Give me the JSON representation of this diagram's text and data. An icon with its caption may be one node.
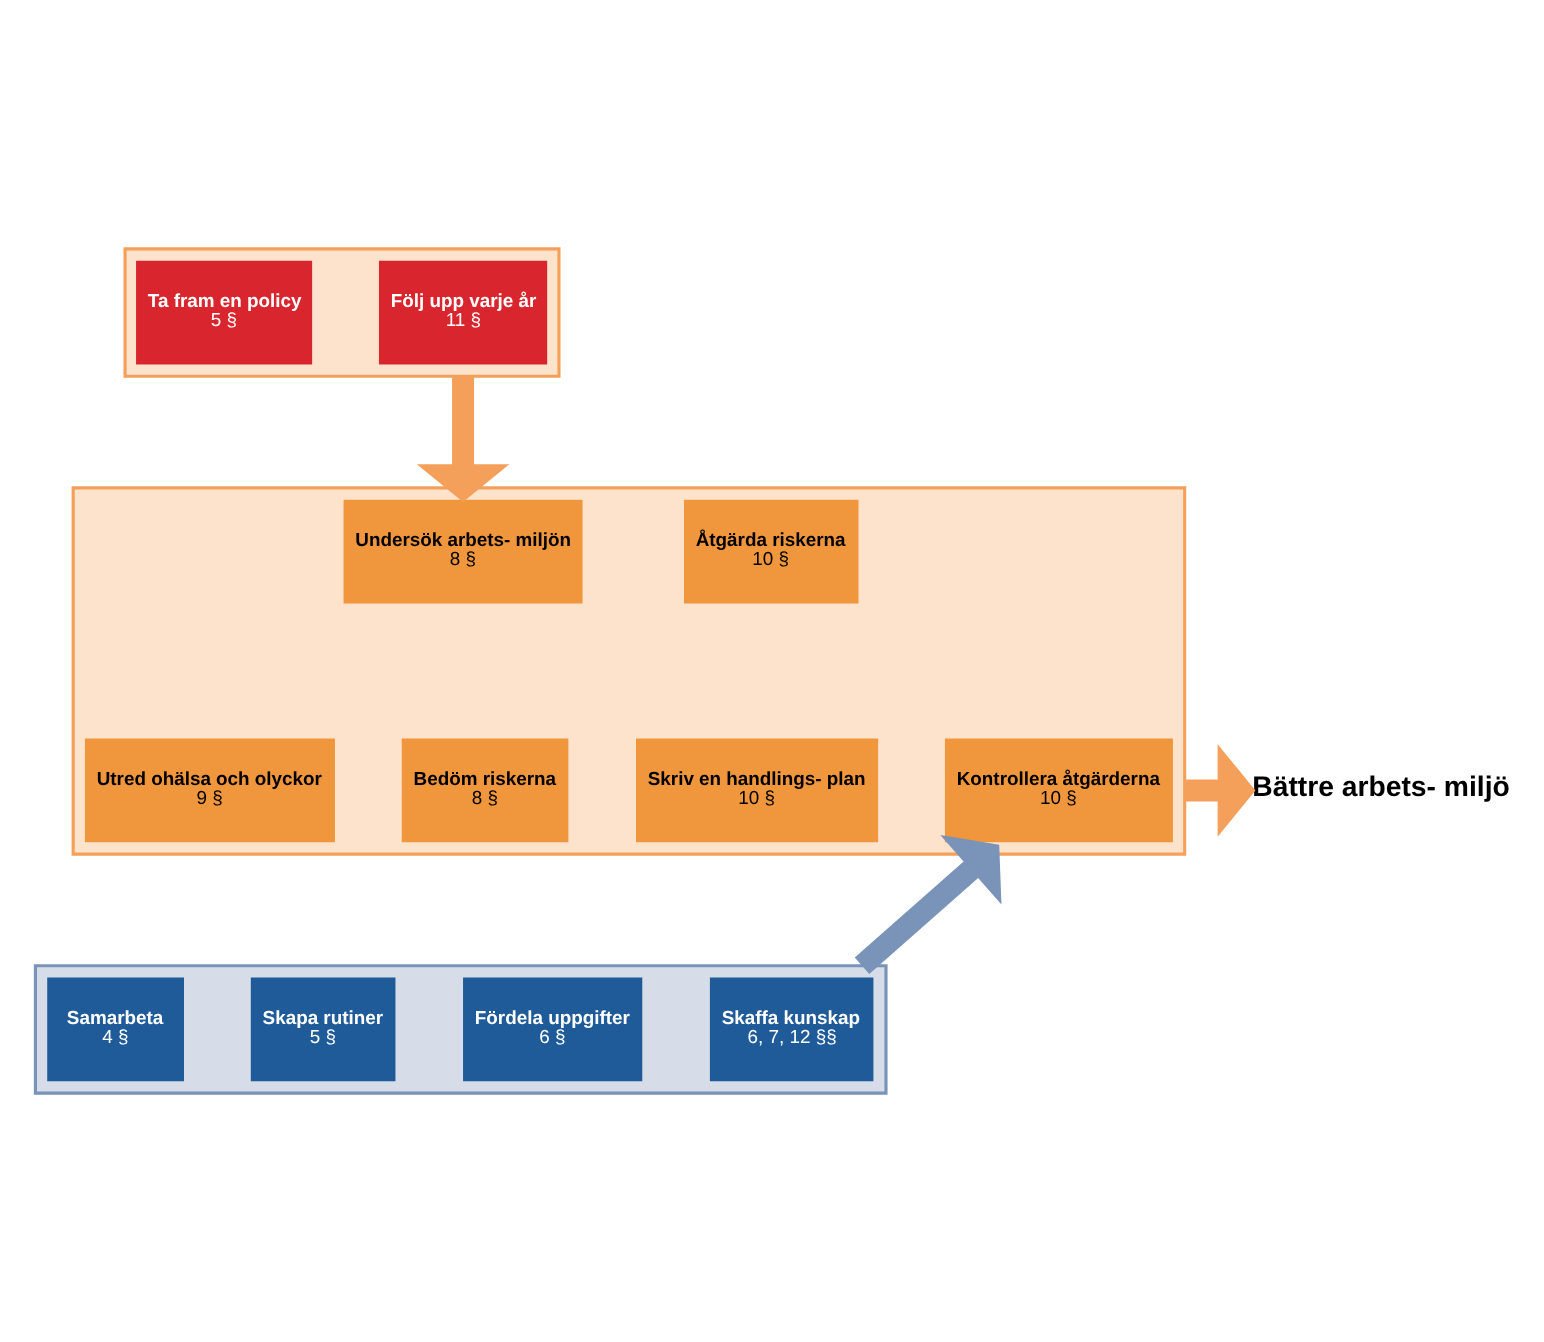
{
  "diagram": {
    "nodes": [
      {
        "text": [],
        "shape": "box"
      },
      {
        "text": [
          "Ta fram en policy",
          "5 §"
        ],
        "in": 0
      },
      {
        "text": [
          "Följ upp varje år",
          "11 §"
        ],
        "in": 0
      },
      {
        "text": [],
        "shape": "box"
      },
      {
        "text": [
          "Undersök arbets- miljön",
          "8 §"
        ],
        "in": 3
      },
      {
        "text": [
          "Utred ohälsa och olyckor",
          "9 §"
        ],
        "in": 3
      },
      {
        "text": [
          "Bedöm riskerna",
          "8 §"
        ],
        "in": 3
      },
      {
        "text": [
          "Åtgärda riskerna",
          "10 §"
        ],
        "in": 3
      },
      {
        "text": [
          "Skriv en handlings- plan",
          "10 §"
        ],
        "in": 3
      },
      {
        "text": [
          "Kontrollera åtgärderna",
          "10 §"
        ],
        "in": 3
      },
      {
        "text": [
          "Bättre arbets- miljö"
        ]
      },
      {
        "text": [],
        "shape": "box"
      },
      {
        "text": [
          "Samarbeta",
          "4 §"
        ],
        "in": 11
      },
      {
        "text": [
          "Skapa rutiner",
          "5 §"
        ],
        "in": 11
      },
      {
        "text": [
          "Fördela uppgifter",
          "6 §"
        ],
        "in": 11
      },
      {
        "text": [
          "Skaffa kunskap",
          "6, 7, 12 §§"
        ],
        "in": 11
      }
    ],
    "edges": [
      {
        "from": 0,
        "to": 3,
        "arrow": "to"
      },
      {
        "from": 11,
        "to": 3,
        "arrow": "to",
        "color": "#7a93b8"
      },
      {
        "from": 3,
        "to": 10,
        "arrow": "to"
      }
    ]
  }
}
